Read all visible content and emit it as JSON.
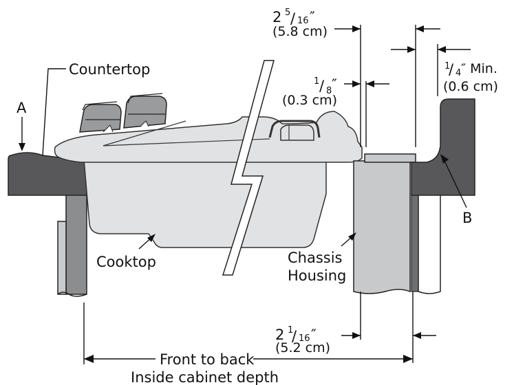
{
  "labels": {
    "countertop": "Countertop",
    "callout_a": "A",
    "callout_b": "B",
    "cooktop": "Cooktop",
    "chassis_line1": "Chassis",
    "chassis_line2": "Housing",
    "front_to_back": "Front to back",
    "inside_depth": "Inside cabinet depth"
  },
  "dimensions": {
    "top_gap": {
      "whole": "2",
      "num": "5",
      "den": "16",
      "unit": "″",
      "metric": "(5.8 cm)"
    },
    "lip_gap": {
      "whole": "",
      "num": "1",
      "den": "8",
      "unit": "″",
      "metric": "(0.3 cm)"
    },
    "min_gap": {
      "whole": "",
      "num": "1",
      "den": "4",
      "unit": "″ Min.",
      "metric": "(0.6 cm)"
    },
    "bottom_gap": {
      "whole": "2",
      "num": "1",
      "den": "16",
      "unit": "″",
      "metric": "(5.2 cm)"
    }
  },
  "colors": {
    "counter": "#58585a",
    "counter_edge": "#3a3a3c",
    "cooktop": "#e1e2e3",
    "cooktop_edge": "#4a4a4a",
    "housing": "#c8c9ca",
    "housing_dark": "#6f7072",
    "knob": "#9a9b9d"
  }
}
